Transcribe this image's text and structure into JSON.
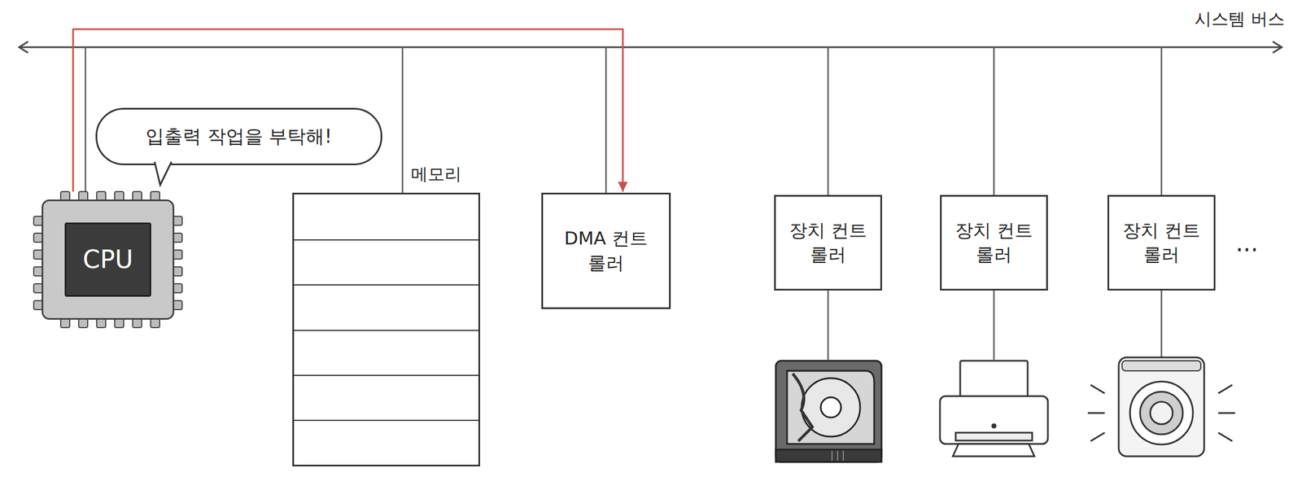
{
  "diagram": {
    "nodes": [
      {
        "text": [
          "입출력 작업을 부탁해!"
        ]
      },
      {
        "text": [
          "CPU"
        ]
      },
      {
        "text": [
          "메모리"
        ]
      },
      {
        "text": [
          "DMA 컨트롤러"
        ]
      },
      {
        "text": [
          "장치 컨트롤러"
        ]
      },
      {
        "text": [
          "장치 컨트롤러"
        ]
      },
      {
        "text": [
          "장치 컨트롤러"
        ]
      }
    ],
    "edges": [
      {
        "from": 1,
        "to": 3,
        "arrow": "to"
      }
    ],
    "labels": [
      "시스템 버스",
      "···"
    ]
  }
}
